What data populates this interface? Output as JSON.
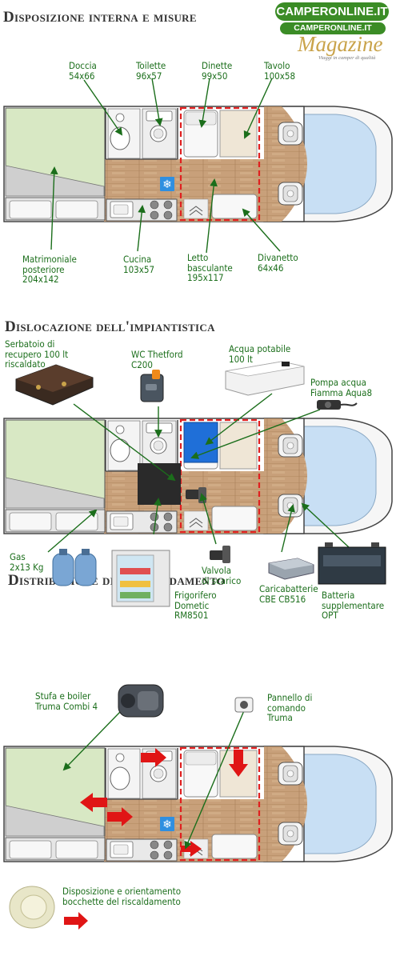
{
  "logo": {
    "brand_top": "CAMPERONLINE.IT",
    "brand_bottom": "CAMPERONLINE.IT",
    "magazine": "Magazine",
    "tagline": "Viaggi in camper di qualità",
    "colors": {
      "green": "#3b8c26",
      "gold": "#c9a34a"
    }
  },
  "sections": {
    "layout": {
      "title": "Disposizione interna e misure",
      "labels": {
        "doccia": [
          "Doccia",
          "54x66"
        ],
        "toilette": [
          "Toilette",
          "96x57"
        ],
        "dinette": [
          "Dinette",
          "99x50"
        ],
        "tavolo": [
          "Tavolo",
          "100x58"
        ],
        "matrimoniale": [
          "Matrimoniale",
          "posteriore",
          "204x142"
        ],
        "cucina": [
          "Cucina",
          "103x57"
        ],
        "letto": [
          "Letto",
          "basculante",
          "195x117"
        ],
        "divanetto": [
          "Divanetto",
          "64x46"
        ]
      }
    },
    "systems": {
      "title": "Dislocazione dell'impiantistica",
      "labels": {
        "serbatoio": [
          "Serbatoio di",
          "recupero 100 lt",
          "riscaldato"
        ],
        "wc": [
          "WC Thetford",
          "C200"
        ],
        "acqua": [
          "Acqua potabile",
          "100 lt"
        ],
        "pompa": [
          "Pompa acqua",
          "Fiamma Aqua8"
        ],
        "gas": [
          "Gas",
          "2x13 Kg"
        ],
        "frigo": [
          "Frigorifero",
          "Dometic",
          "RM8501"
        ],
        "valvola": [
          "Valvola",
          "di scarico"
        ],
        "caricabatterie": [
          "Caricabatterie",
          "CBE CB516"
        ],
        "batteria": [
          "Batteria",
          "supplementare",
          "OPT"
        ]
      }
    },
    "heating": {
      "title": "Distribuzione del riscaldamento",
      "labels": {
        "stufa": [
          "Stufa e boiler",
          "Truma Combi 4"
        ],
        "pannello": [
          "Pannello di",
          "comando",
          "Truma"
        ],
        "legend": [
          "Disposizione e orientamento",
          "bocchette del riscaldamento"
        ]
      }
    }
  },
  "colors": {
    "label_green": "#1b6e1b",
    "bed_green": "#d8e8c4",
    "floor_wood": "#c8a07a",
    "cab_blue": "#c8dff4",
    "heat_arrow": "#e01515",
    "dinette_dash": "#e02020",
    "water_tank_blue": "#1f6fd8",
    "waste_tank": "#2a2a2a"
  }
}
